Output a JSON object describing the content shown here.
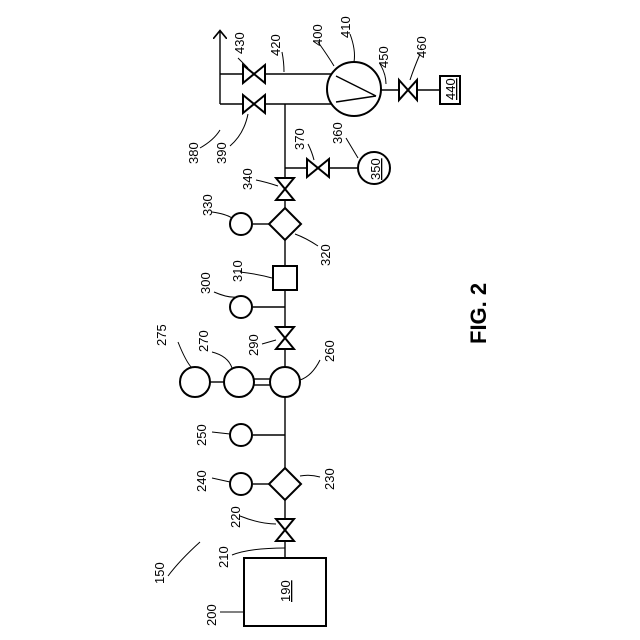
{
  "figure": {
    "caption": "FIG. 2"
  },
  "labels": {
    "n150": "150",
    "n190": "190",
    "n200": "200",
    "n210": "210",
    "n220": "220",
    "n230": "230",
    "n240": "240",
    "n250": "250",
    "n260": "260",
    "n270": "270",
    "n275": "275",
    "n290": "290",
    "n300": "300",
    "n310": "310",
    "n320": "320",
    "n330": "330",
    "n340": "340",
    "n350": "350",
    "n360": "360",
    "n370": "370",
    "n380": "380",
    "n390": "390",
    "n400": "400",
    "n410": "410",
    "n420": "420",
    "n430": "430",
    "n440": "440",
    "n450": "450",
    "n460": "460"
  }
}
